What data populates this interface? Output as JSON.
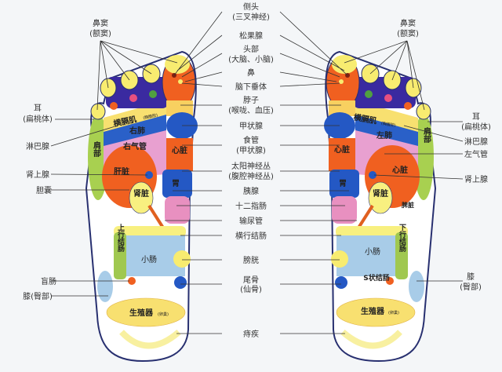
{
  "center_labels": [
    {
      "l1": "侧头",
      "l2": "(三叉神经)"
    },
    {
      "l1": "松果腺"
    },
    {
      "l1": "头部",
      "l2": "(大脑、小脑)"
    },
    {
      "l1": "鼻"
    },
    {
      "l1": "脑下垂体"
    },
    {
      "l1": "脖子",
      "l2": "(喉咙、血压)"
    },
    {
      "l1": "甲状腺"
    },
    {
      "l1": "食管",
      "l2": "(甲状腺)"
    },
    {
      "l1": "太阳神经丛",
      "l2": "(腹腔神经丛)"
    },
    {
      "l1": "胰腺"
    },
    {
      "l1": "十二指肠"
    },
    {
      "l1": "输尿管"
    },
    {
      "l1": "横行结肠"
    },
    {
      "l1": "膀胱"
    },
    {
      "l1": "尾骨",
      "l2": "(仙骨)"
    },
    {
      "l1": "痔疾"
    }
  ],
  "left_labels": [
    {
      "l1": "鼻窦",
      "l2": "(额窦)"
    },
    {
      "l1": "耳",
      "l2": "(扁桃体)"
    },
    {
      "l1": "淋巴腺"
    },
    {
      "l1": "肾上腺"
    },
    {
      "l1": "胆囊"
    },
    {
      "l1": "盲肠"
    },
    {
      "l1": "膝(臀部)"
    }
  ],
  "right_labels": [
    {
      "l1": "鼻窦",
      "l2": "(额窦)"
    },
    {
      "l1": "耳",
      "l2": "(扁桃体)"
    },
    {
      "l1": "淋巴腺"
    },
    {
      "l1": "左气管"
    },
    {
      "l1": "肾上腺"
    },
    {
      "l1": "膝",
      "l2": "(臀部)"
    }
  ],
  "left_foot_organs": {
    "diaphragm": "横膈肌",
    "diaphragm_note": "(胸腹腔)",
    "lung": "右肺",
    "trachea": "右气管",
    "liver": "肝脏",
    "kidney": "肾脏",
    "heart": "心脏",
    "stomach": "胃",
    "shoulder": "肩部",
    "colon": "上行结肠",
    "intestine": "小肠",
    "genitals": "生殖器",
    "genitals_note": "(卵巢)"
  },
  "right_foot_organs": {
    "diaphragm": "横膈肌",
    "diaphragm_note": "(胸腹腔)",
    "lung": "左肺",
    "heart": "心脏",
    "heart2": "心脏",
    "stomach": "胃",
    "kidney": "肾脏",
    "spleen": "脾脏",
    "shoulder": "肩部",
    "colon": "下行结肠",
    "intestine": "小肠",
    "sigmoid": "S状结肠",
    "genitals": "生殖器",
    "genitals_note": "(卵巢)"
  },
  "colors": {
    "orange": "#f06020",
    "yellow": "#f8ec70",
    "blue": "#2458c4",
    "purple": "#3a2aa0",
    "pink": "#e8a0d0",
    "green": "#a8d050",
    "lightblue": "#a8cce8",
    "outline": "#283070"
  }
}
